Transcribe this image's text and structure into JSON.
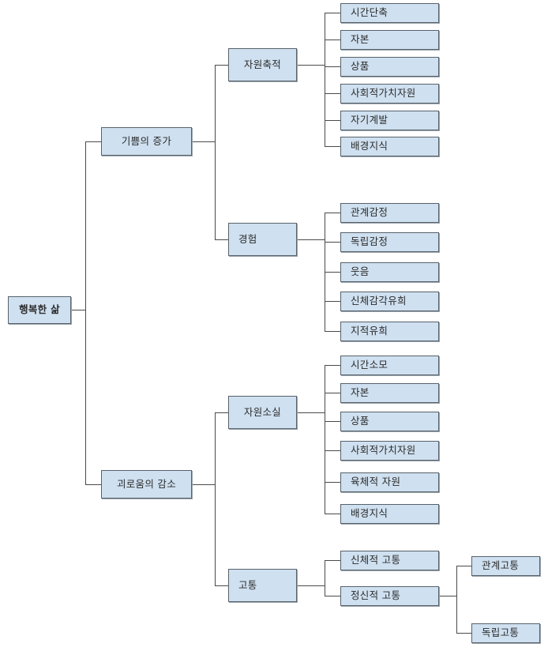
{
  "diagram": {
    "type": "tree-diagram",
    "title": "행복한 삶",
    "colors": {
      "node_fill": "#cfe0f0",
      "node_border": "#58626b",
      "connector": "#4a4a4a",
      "text": "#2b2b2b",
      "background": "#ffffff"
    },
    "root": {
      "label": "행복한 삶"
    },
    "branches": [
      {
        "label": "기쁨의 증가",
        "children": [
          {
            "label": "자원축적",
            "items": [
              {
                "label": "시간단축"
              },
              {
                "label": "자본"
              },
              {
                "label": "상품"
              },
              {
                "label": "사회적가치자원"
              },
              {
                "label": "자기계발"
              },
              {
                "label": "배경지식"
              }
            ]
          },
          {
            "label": "경험",
            "items": [
              {
                "label": "관계감정"
              },
              {
                "label": "독립감정"
              },
              {
                "label": "웃음"
              },
              {
                "label": "신체감각유희"
              },
              {
                "label": "지적유희"
              }
            ]
          }
        ]
      },
      {
        "label": "괴로움의 감소",
        "children": [
          {
            "label": "자원소실",
            "items": [
              {
                "label": "시간소모"
              },
              {
                "label": "자본"
              },
              {
                "label": "상품"
              },
              {
                "label": "사회적가치자원"
              },
              {
                "label": "육체적 자원"
              },
              {
                "label": "배경지식"
              }
            ]
          },
          {
            "label": "고통",
            "items": [
              {
                "label": "신체적 고통"
              },
              {
                "label": "정신적 고통",
                "items": [
                  {
                    "label": "관계고통"
                  },
                  {
                    "label": "독립고통"
                  }
                ]
              }
            ]
          }
        ]
      }
    ]
  }
}
